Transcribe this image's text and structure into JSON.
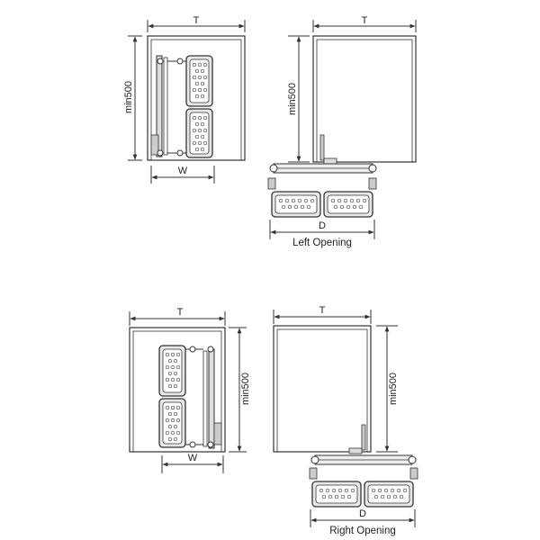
{
  "colors": {
    "line": "#333333",
    "cabinet_fill": "#ffffff",
    "basket_fill": "#e8e8e8",
    "basket_inner": "#ffffff",
    "background": "#ffffff"
  },
  "labels": {
    "width_t": "T",
    "height_min": "min500",
    "width_w": "W",
    "depth_d": "D"
  },
  "views": {
    "left_opening": {
      "caption": "Left Opening"
    },
    "right_opening": {
      "caption": "Right Opening"
    }
  }
}
